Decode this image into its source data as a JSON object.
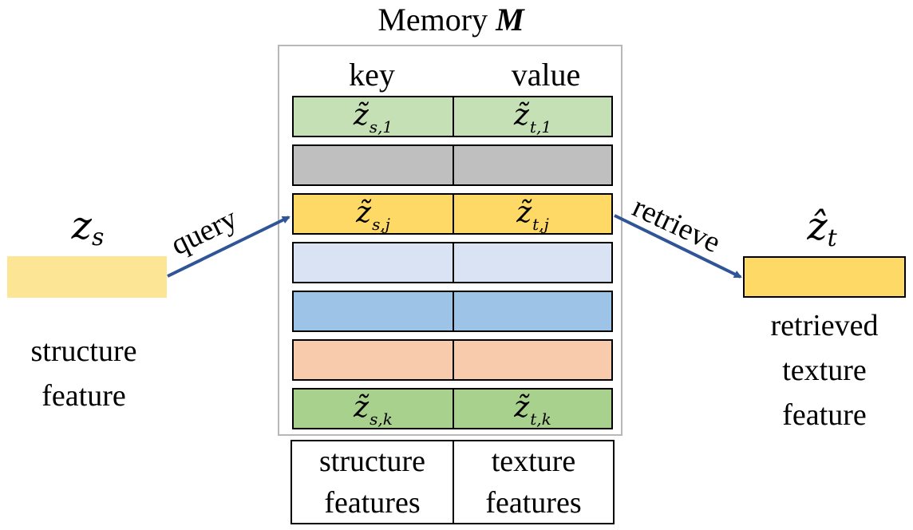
{
  "memory": {
    "title_prefix": "Memory ",
    "title_symbol": "M",
    "key_header": "key",
    "value_header": "value",
    "rows": [
      {
        "color": "#c5e0b4",
        "key": {
          "base": "z̃",
          "sub": "s,1"
        },
        "value": {
          "base": "z̃",
          "sub": "t,1"
        }
      },
      {
        "color": "#bfbfbf",
        "key": null,
        "value": null
      },
      {
        "color": "#ffd966",
        "key": {
          "base": "z̃",
          "sub": "s,j"
        },
        "value": {
          "base": "z̃",
          "sub": "t,j"
        }
      },
      {
        "color": "#dae3f3",
        "key": null,
        "value": null
      },
      {
        "color": "#9dc3e6",
        "key": null,
        "value": null
      },
      {
        "color": "#f8cbad",
        "key": null,
        "value": null
      },
      {
        "color": "#a9d18e",
        "key": {
          "base": "z̃",
          "sub": "s,k"
        },
        "value": {
          "base": "z̃",
          "sub": "t,k"
        }
      }
    ],
    "bottom": {
      "left_line1": "structure",
      "left_line2": "features",
      "right_line1": "texture",
      "right_line2": "features"
    }
  },
  "input": {
    "symbol_base": "z",
    "symbol_sub": "s",
    "color": "#fde596",
    "caption_line1": "structure",
    "caption_line2": "feature"
  },
  "output": {
    "symbol_base": "ẑ",
    "symbol_sub": "t",
    "color": "#ffd966",
    "caption_line1": "retrieved",
    "caption_line2": "texture",
    "caption_line3": "feature"
  },
  "arrows": {
    "query_label": "query",
    "retrieve_label": "retrieve",
    "color": "#2f5597"
  }
}
